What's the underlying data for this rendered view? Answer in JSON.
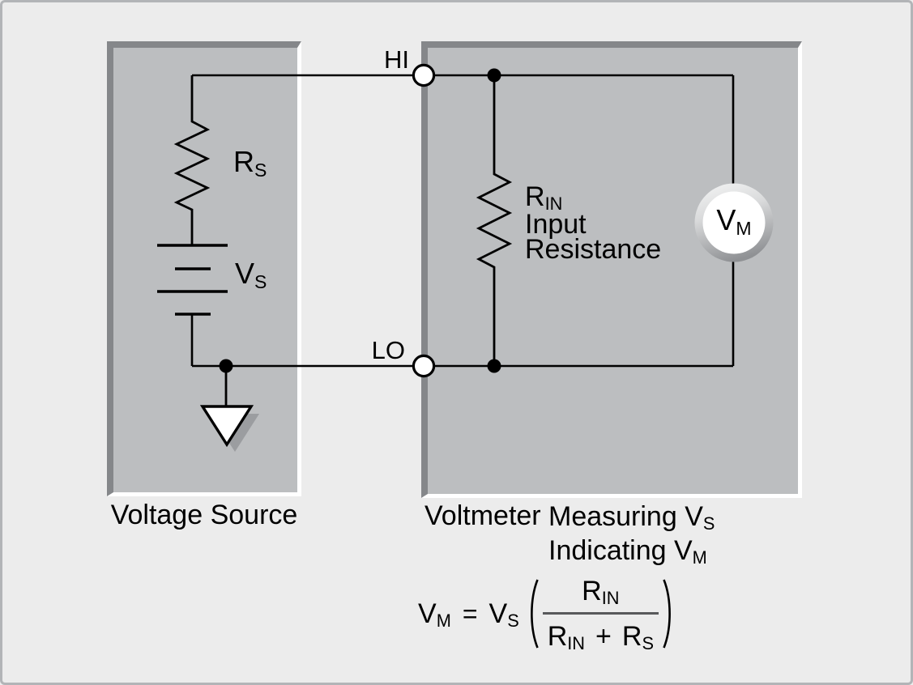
{
  "figure": {
    "type": "circuit-diagram",
    "background": "#ececec",
    "frame_border": "#b2b4b7"
  },
  "colors": {
    "panel_fill": "#bcbec0",
    "bevel_dark": "#85878a",
    "bevel_light": "#ffffff",
    "wire": "#000000",
    "ground_shadow": "#9b9da0",
    "fraction_bar": "#58595b"
  },
  "terminals": {
    "hi": "HI",
    "lo": "LO"
  },
  "voltage_source_panel": {
    "caption": "Voltage Source",
    "series_resistor": {
      "symbol": "R",
      "subscript": "S"
    },
    "source_voltage": {
      "symbol": "V",
      "subscript": "S"
    }
  },
  "voltmeter_panel": {
    "caption": "Voltmeter",
    "input_resistance": {
      "symbol": "R",
      "subscript": "IN",
      "desc_line1": "Input",
      "desc_line2": "Resistance"
    },
    "meter": {
      "symbol": "V",
      "subscript": "M"
    }
  },
  "annotation": {
    "measuring": {
      "text": "Measuring V",
      "subscript": "S"
    },
    "indicating": {
      "text": "Indicating V",
      "subscript": "M"
    }
  },
  "formula": {
    "lhs": {
      "symbol": "V",
      "subscript": "M"
    },
    "equals": "=",
    "coefficient": {
      "symbol": "V",
      "subscript": "S"
    },
    "numerator": {
      "symbol": "R",
      "subscript": "IN"
    },
    "denominator": {
      "r_in": {
        "symbol": "R",
        "subscript": "IN"
      },
      "plus": "+",
      "r_s": {
        "symbol": "R",
        "subscript": "S"
      }
    }
  }
}
